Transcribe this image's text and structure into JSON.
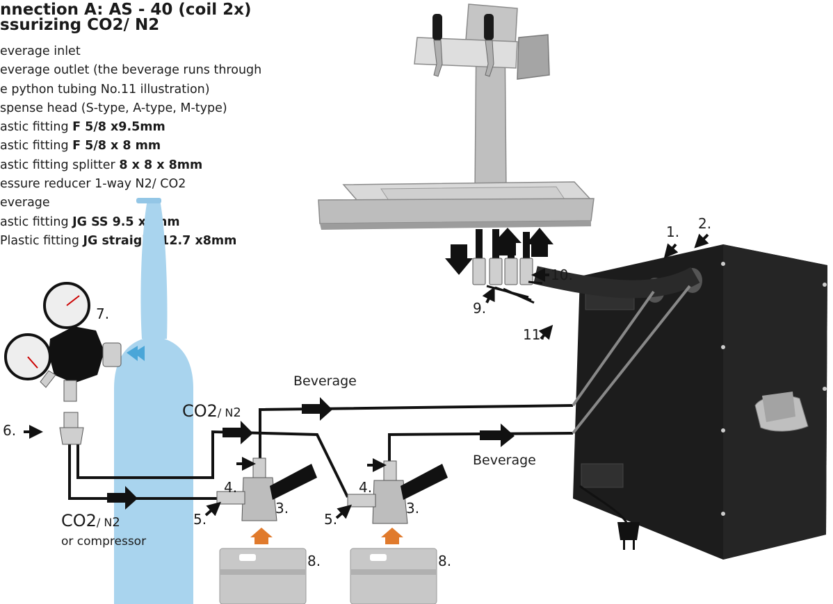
{
  "title": {
    "line1": "nnection A: AS - 40 (coil 2x)",
    "line2": "ssurizing CO2/ N2"
  },
  "legend": [
    {
      "text": "everage inlet",
      "bold": ""
    },
    {
      "text": "everage outlet (the beverage runs through",
      "bold": ""
    },
    {
      "text": "e python tubing No.11 illustration)",
      "bold": ""
    },
    {
      "text": "spense head (S-type, A-type, M-type)",
      "bold": ""
    },
    {
      "text": "astic fitting ",
      "bold": "F 5/8 x9.5mm"
    },
    {
      "text": "astic fitting ",
      "bold": "F 5/8 x 8 mm"
    },
    {
      "text": "astic fitting splitter ",
      "bold": "8 x 8 x 8mm"
    },
    {
      "text": "essure reducer 1-way N2/ CO2",
      "bold": ""
    },
    {
      "text": "everage",
      "bold": ""
    },
    {
      "text": "astic fitting ",
      "bold": "JG SS  9.5 x8mm"
    },
    {
      "text": "Plastic fitting ",
      "bold": "JG straight 12.7 x8mm"
    }
  ],
  "callouts": {
    "n1": "1.",
    "n2": "2.",
    "n3a": "3.",
    "n3b": "3.",
    "n4a": "4.",
    "n4b": "4.",
    "n5a": "5.",
    "n5b": "5.",
    "n6": "6.",
    "n7": "7.",
    "n8a": "8.",
    "n8b": "8.",
    "n9": "9.",
    "n10": "10.",
    "n11": "11."
  },
  "flow_labels": {
    "beverage_top": "Beverage",
    "beverage_right": "Beverage",
    "gas_top_main": "CO2",
    "gas_top_sep": "/ N",
    "gas_top_sub": "2",
    "gas_bottom_main": "CO2",
    "gas_bottom_sep": "/ N",
    "gas_bottom_sub": "2",
    "compressor": "or compressor"
  },
  "colors": {
    "cooler": "#1c1c1c",
    "tube": "#111111",
    "python_tube": "#2a2a2a",
    "co2_bottle": "#a9d4ee",
    "tower": "#c9c9c9",
    "keg": "#c8c8c8",
    "orange_arrow": "#e07a2c",
    "blue_arrow": "#4aa6d8"
  }
}
